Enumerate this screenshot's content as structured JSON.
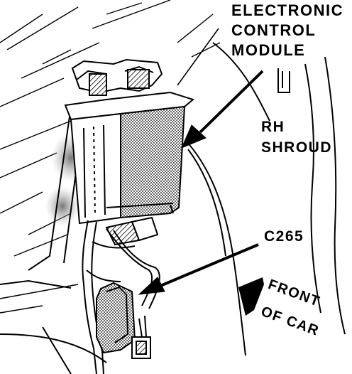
{
  "labels": {
    "ecm_line1": "ELECTRONIC",
    "ecm_line2": "CONTROL",
    "ecm_line3": "MODULE",
    "shroud_line1": "RH",
    "shroud_line2": "SHROUD",
    "connector": "C265",
    "direction_line1": "FRONT",
    "direction_line2": "OF CAR"
  },
  "colors": {
    "ink": "#000000",
    "paper": "#ffffff",
    "shade": "#6a6a6a"
  }
}
